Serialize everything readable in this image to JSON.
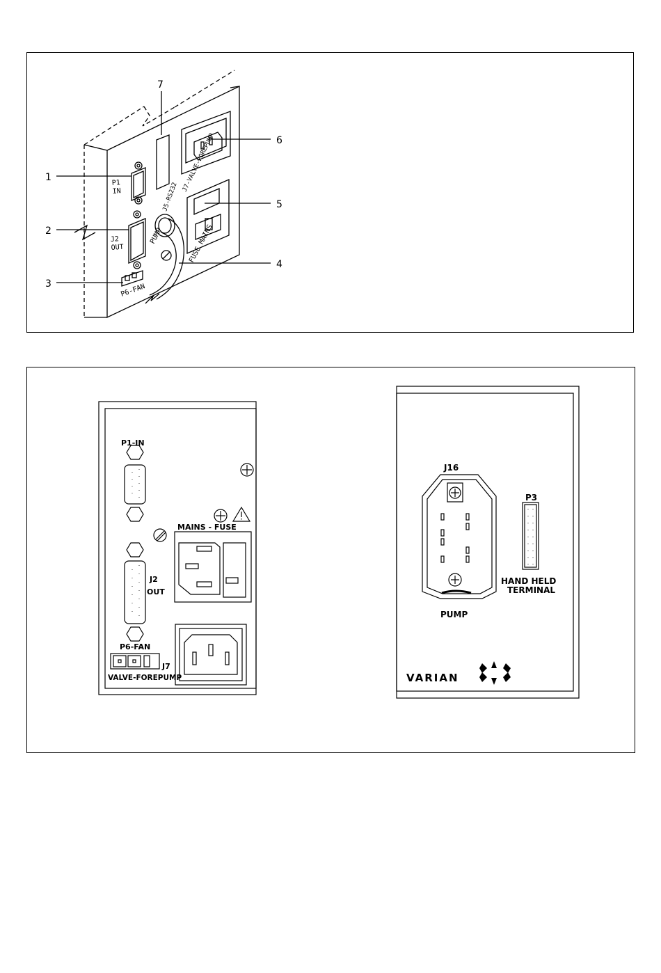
{
  "figure1": {
    "callouts": [
      "1",
      "2",
      "3",
      "4",
      "5",
      "6",
      "7"
    ],
    "labels": {
      "p1": "P1",
      "in": "IN",
      "j2": "J2",
      "out": "OUT",
      "p6_fan": "P6-FAN",
      "j5_rs232": "J5-RS232",
      "j7_valve_forepump": "J7-VALVE-FOREPUMP",
      "pump": "PUMP",
      "fuse_mains": "FUSE  MAINS"
    }
  },
  "figure2": {
    "left_panel": {
      "p1_in": "P1-IN",
      "mains_fuse": "MAINS  -  FUSE",
      "j2": "J2",
      "out": "OUT",
      "p6_fan": "P6-FAN",
      "j7": "J7",
      "valve_forepump": "VALVE-FOREPUMP"
    },
    "right_panel": {
      "j16": "J16",
      "p3": "P3",
      "pump": "PUMP",
      "hand_held": "HAND  HELD",
      "terminal": "TERMINAL",
      "brand": "VARIAN"
    }
  },
  "icons": [
    "earth-ground-icon",
    "warning-triangle-icon",
    "screw-icon",
    "varian-logo-icon"
  ]
}
